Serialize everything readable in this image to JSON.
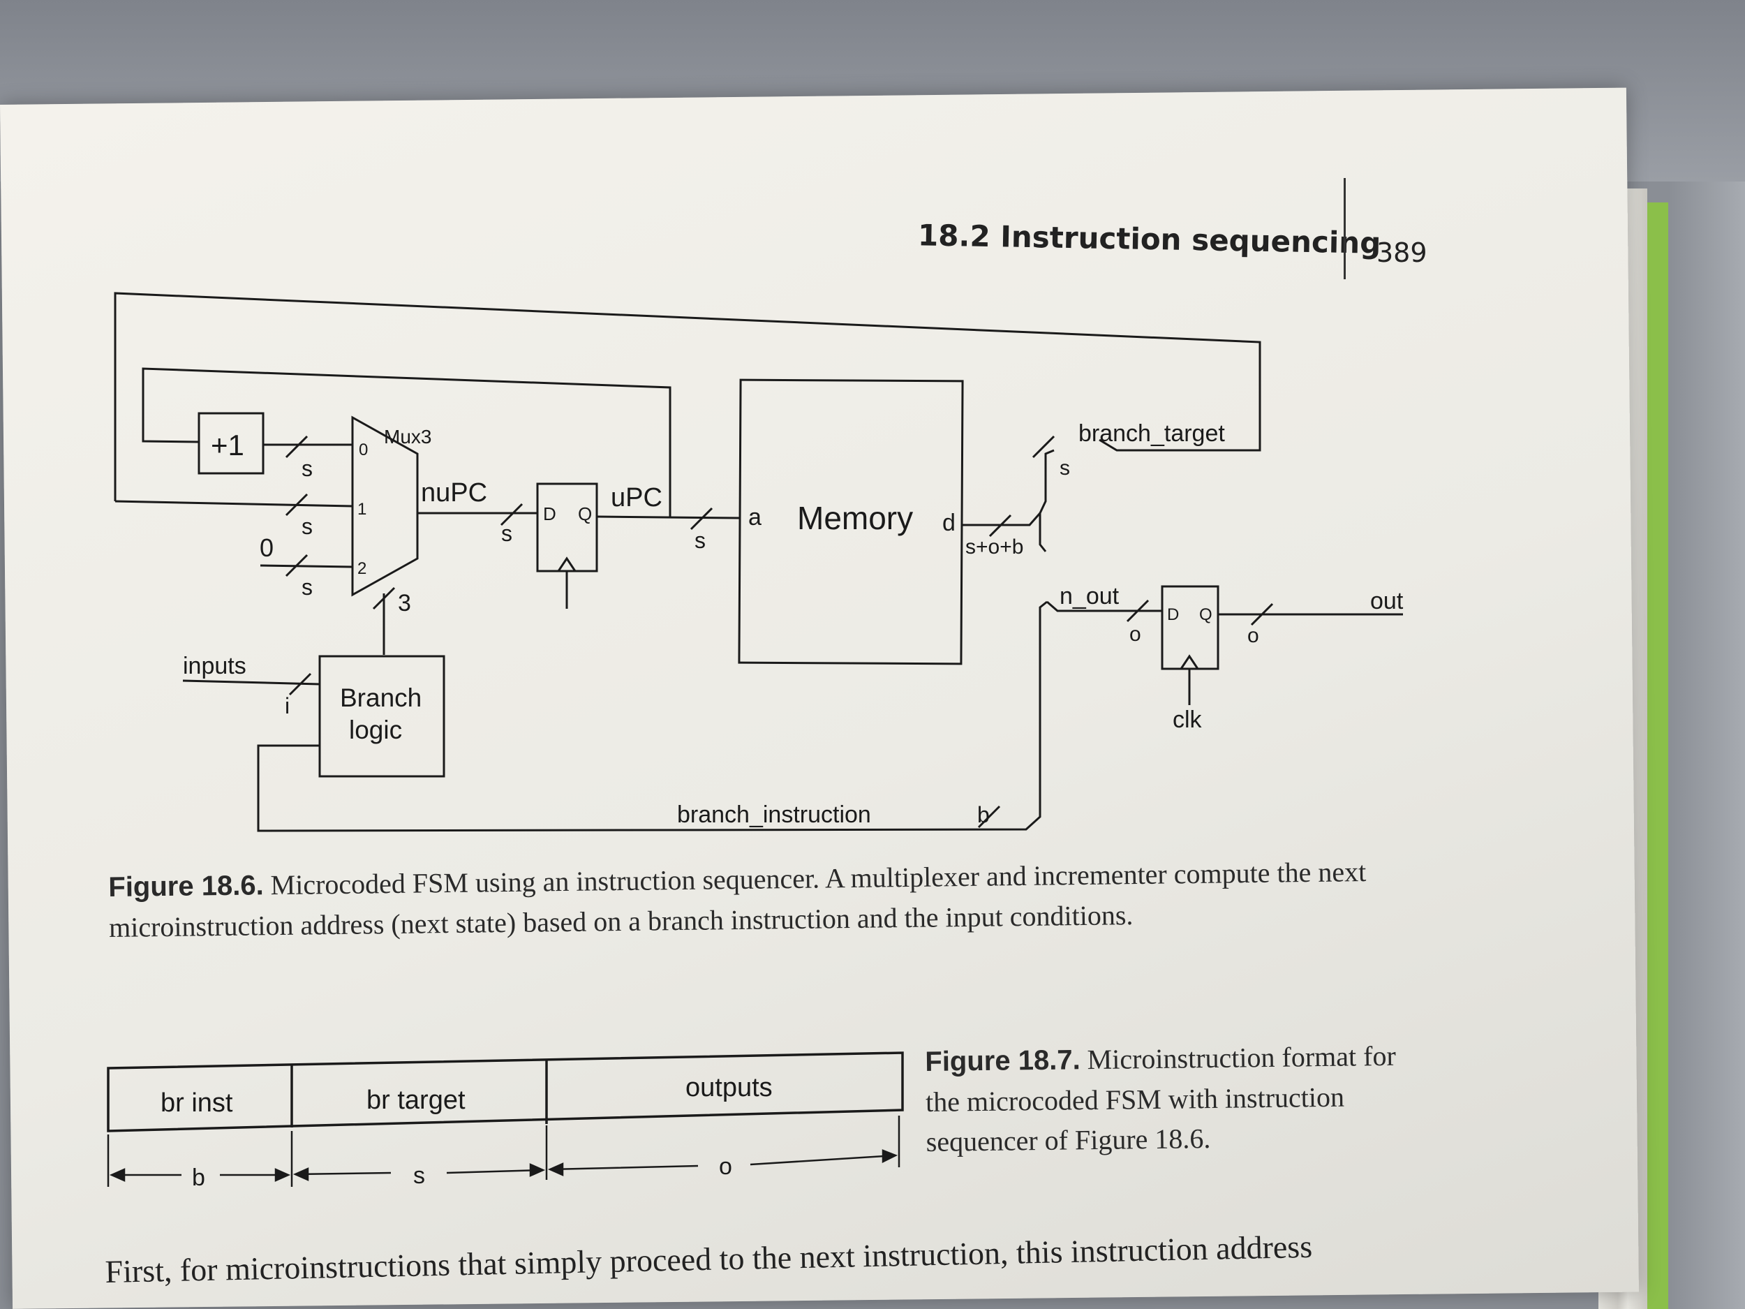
{
  "header": {
    "section": "18.2 Instruction sequencing",
    "page_number": "389"
  },
  "figure_186": {
    "mux_label": "Mux3",
    "increment_label": "+1",
    "mux_inputs": [
      "0",
      "1",
      "2"
    ],
    "s": "s",
    "zero": "0",
    "nupc": "nuPC",
    "upc": "uPC",
    "d_label": "D",
    "q_label": "Q",
    "a_label": "a",
    "memory": "Memory",
    "d_port": "d",
    "mem_width": "s+o+b",
    "branch_target": "branch_target",
    "three": "3",
    "inputs": "inputs",
    "i": "i",
    "branch_logic_1": "Branch",
    "branch_logic_2": "logic",
    "n_out": "n_out",
    "o": "o",
    "out": "out",
    "clk": "clk",
    "branch_instruction": "branch_instruction",
    "b": "b",
    "caption_label": "Figure 18.6.",
    "caption_text": "Microcoded FSM using an instruction sequencer. A multiplexer and incrementer compute the next microinstruction address (next state) based on a branch instruction and the input conditions."
  },
  "figure_187": {
    "fields": [
      "br inst",
      "br target",
      "outputs"
    ],
    "widths": [
      "b",
      "s",
      "o"
    ],
    "caption_label": "Figure 18.7.",
    "caption_text": "Microinstruction format for the microcoded FSM with instruction sequencer of Figure 18.6."
  },
  "body_text": "First, for microinstructions that simply proceed to the next instruction, this instruction address"
}
